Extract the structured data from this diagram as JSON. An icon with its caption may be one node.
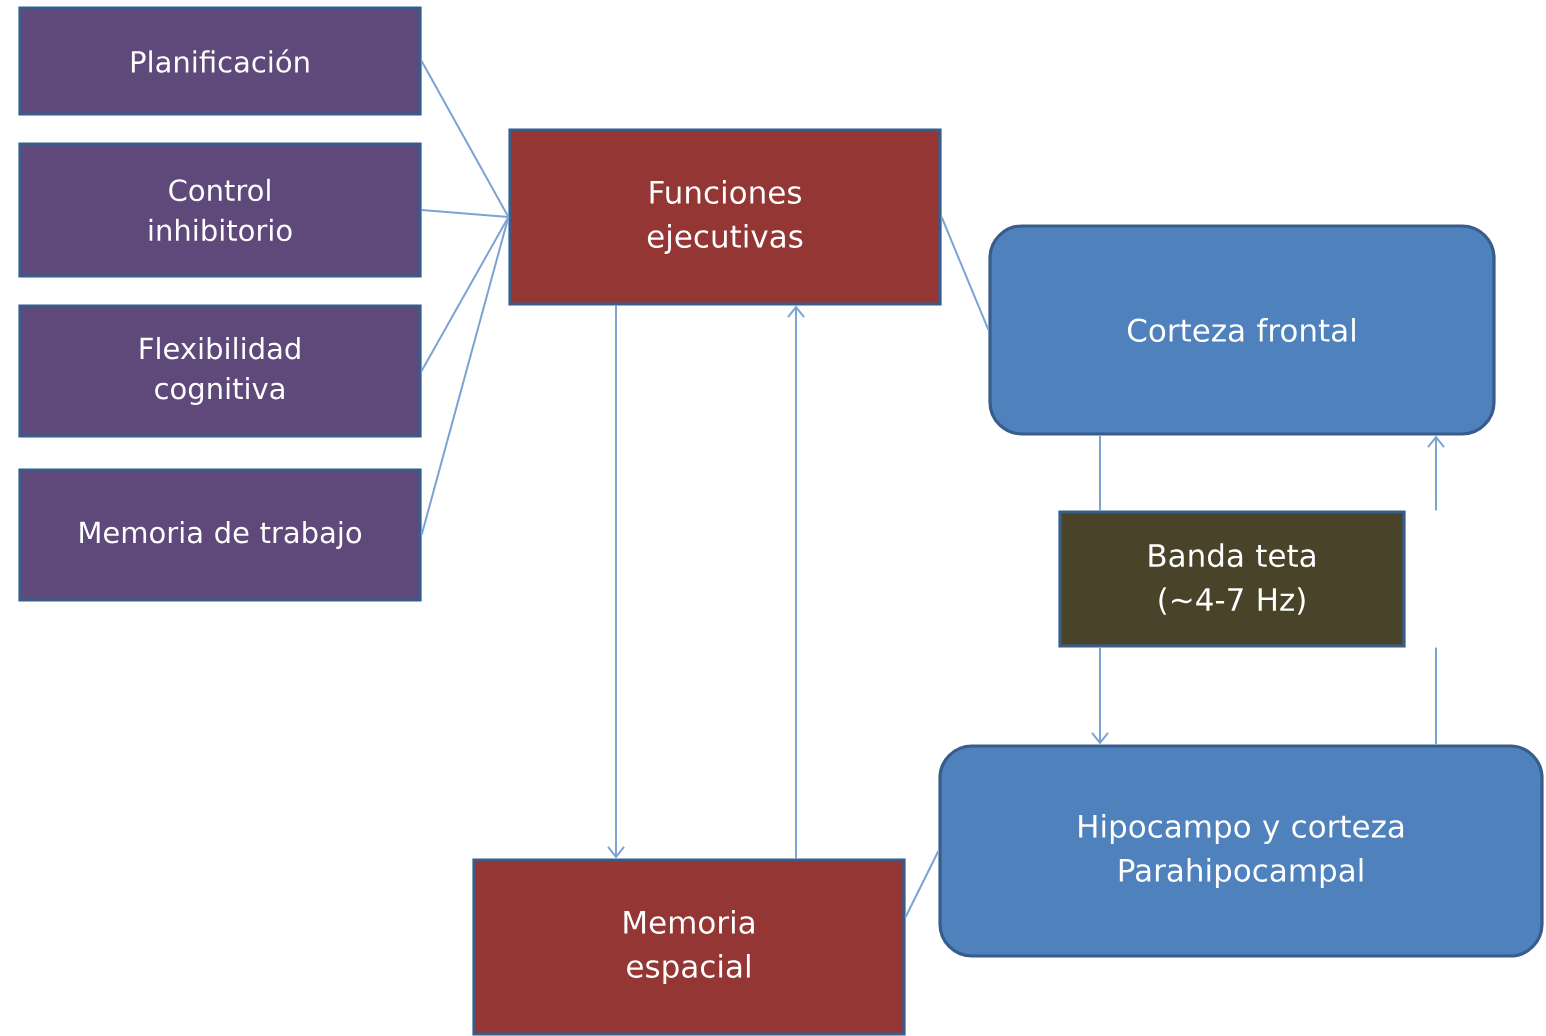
{
  "diagram": {
    "nodes": [
      {
        "text": [
          "Planificación"
        ]
      },
      {
        "text": [
          "Control inhibitorio"
        ]
      },
      {
        "text": [
          "Flexibilidad cognitiva"
        ]
      },
      {
        "text": [
          "Memoria de trabajo"
        ]
      },
      {
        "text": [
          "Funciones ejecutivas"
        ]
      },
      {
        "text": [
          "Corteza frontal"
        ]
      },
      {
        "text": [
          "Banda teta (~4-7 Hz)"
        ]
      },
      {
        "text": [
          "Hipocampo y corteza Parahipocampal"
        ]
      },
      {
        "text": [
          "Memoria espacial"
        ]
      }
    ],
    "edges": [
      {
        "from": 0,
        "to": 4,
        "arrow": "none"
      },
      {
        "from": 1,
        "to": 4,
        "arrow": "none"
      },
      {
        "from": 2,
        "to": 4,
        "arrow": "none"
      },
      {
        "from": 3,
        "to": 4,
        "arrow": "none"
      },
      {
        "from": 4,
        "to": 8,
        "arrow": "to"
      },
      {
        "from": 8,
        "to": 4,
        "arrow": "to"
      },
      {
        "from": 4,
        "to": 5,
        "arrow": "none"
      },
      {
        "from": 5,
        "to": 6,
        "arrow": "none"
      },
      {
        "from": 6,
        "to": 7,
        "arrow": "to"
      },
      {
        "from": 7,
        "to": 6,
        "arrow": "none"
      },
      {
        "from": 6,
        "to": 5,
        "arrow": "to"
      },
      {
        "from": 8,
        "to": 7,
        "arrow": "none"
      }
    ]
  }
}
